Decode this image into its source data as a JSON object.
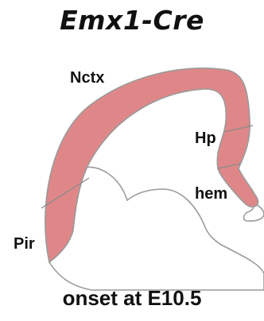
{
  "title": "Emx1-Cre",
  "labels": {
    "nctx": "Nctx",
    "hp": "Hp",
    "hem": "hem",
    "pir": "Pir"
  },
  "caption": "onset at E10.5",
  "colors": {
    "expression_fill": "#df8788",
    "outline": "#9a9a9a",
    "text": "#111111"
  }
}
